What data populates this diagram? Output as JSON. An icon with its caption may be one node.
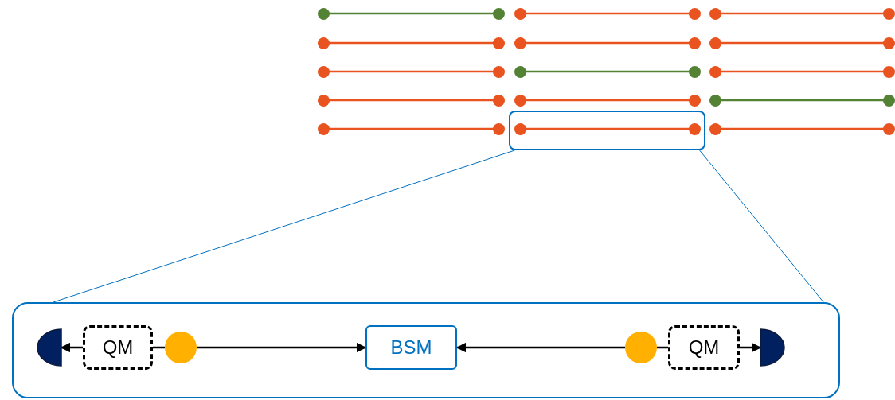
{
  "diagram": {
    "nodes": [
      {
        "text": [],
        "shape": "circle"
      },
      {
        "text": [],
        "shape": "circle"
      },
      {
        "text": [],
        "shape": "circle"
      },
      {
        "text": [],
        "shape": "circle"
      },
      {
        "text": [],
        "shape": "circle"
      },
      {
        "text": [],
        "shape": "circle"
      },
      {
        "text": [],
        "shape": "circle"
      },
      {
        "text": [],
        "shape": "circle"
      },
      {
        "text": [],
        "shape": "circle"
      },
      {
        "text": [],
        "shape": "circle"
      },
      {
        "text": [],
        "shape": "circle"
      },
      {
        "text": [],
        "shape": "circle"
      },
      {
        "text": [],
        "shape": "circle"
      },
      {
        "text": [],
        "shape": "circle"
      },
      {
        "text": [],
        "shape": "circle"
      },
      {
        "text": [],
        "shape": "circle"
      },
      {
        "text": [],
        "shape": "circle"
      },
      {
        "text": [],
        "shape": "circle"
      },
      {
        "text": [],
        "shape": "circle"
      },
      {
        "text": [],
        "shape": "circle"
      },
      {
        "text": [],
        "shape": "circle"
      },
      {
        "text": [],
        "shape": "circle"
      },
      {
        "text": [],
        "shape": "circle"
      },
      {
        "text": [],
        "shape": "circle"
      },
      {
        "text": [],
        "shape": "circle"
      },
      {
        "text": [],
        "shape": "circle"
      },
      {
        "text": [],
        "shape": "box"
      },
      {
        "text": [],
        "shape": "circle",
        "in": 26
      },
      {
        "text": [],
        "shape": "circle",
        "in": 26
      },
      {
        "text": [],
        "shape": "circle"
      },
      {
        "text": [],
        "shape": "circle"
      },
      {
        "text": [],
        "shape": "box"
      },
      {
        "text": [],
        "shape": "semicircle",
        "in": 31
      },
      {
        "text": [
          "QM"
        ],
        "in": 31
      },
      {
        "text": [],
        "shape": "circle",
        "in": 31
      },
      {
        "text": [
          "BSM"
        ],
        "in": 31
      },
      {
        "text": [],
        "shape": "circle",
        "in": 31
      },
      {
        "text": [
          "QM"
        ],
        "in": 31
      },
      {
        "text": [],
        "shape": "semicircle",
        "in": 31
      }
    ],
    "edges": [
      {
        "from": 0,
        "to": 1,
        "arrow": "none",
        "color": "#548235"
      },
      {
        "from": 2,
        "to": 3,
        "arrow": "none"
      },
      {
        "from": 4,
        "to": 5,
        "arrow": "none"
      },
      {
        "from": 6,
        "to": 7,
        "arrow": "none"
      },
      {
        "from": 8,
        "to": 9,
        "arrow": "none"
      },
      {
        "from": 10,
        "to": 11,
        "arrow": "none"
      },
      {
        "from": 12,
        "to": 13,
        "arrow": "none"
      },
      {
        "from": 14,
        "to": 15,
        "arrow": "none",
        "color": "#548235"
      },
      {
        "from": 16,
        "to": 17,
        "arrow": "none"
      },
      {
        "from": 18,
        "to": 19,
        "arrow": "none"
      },
      {
        "from": 20,
        "to": 21,
        "arrow": "none"
      },
      {
        "from": 22,
        "to": 23,
        "arrow": "none",
        "color": "#548235"
      },
      {
        "from": 24,
        "to": 25,
        "arrow": "none"
      },
      {
        "from": 27,
        "to": 28,
        "arrow": "none"
      },
      {
        "from": 29,
        "to": 30,
        "arrow": "none"
      },
      {
        "from": 26,
        "to": 31,
        "arrow": "none",
        "color": "#0070c0"
      },
      {
        "from": 26,
        "to": 31,
        "arrow": "none",
        "color": "#0070c0"
      },
      {
        "from": 34,
        "to": 35,
        "arrow": "to",
        "color": "#000000"
      },
      {
        "from": 36,
        "to": 35,
        "arrow": "to",
        "color": "#000000"
      },
      {
        "from": 33,
        "to": 32,
        "arrow": "to",
        "color": "#000000"
      },
      {
        "from": 37,
        "to": 38,
        "arrow": "to",
        "color": "#000000"
      },
      {
        "from": 34,
        "to": 33,
        "arrow": "none",
        "color": "#000000"
      },
      {
        "from": 36,
        "to": 37,
        "arrow": "none",
        "color": "#000000"
      }
    ]
  }
}
